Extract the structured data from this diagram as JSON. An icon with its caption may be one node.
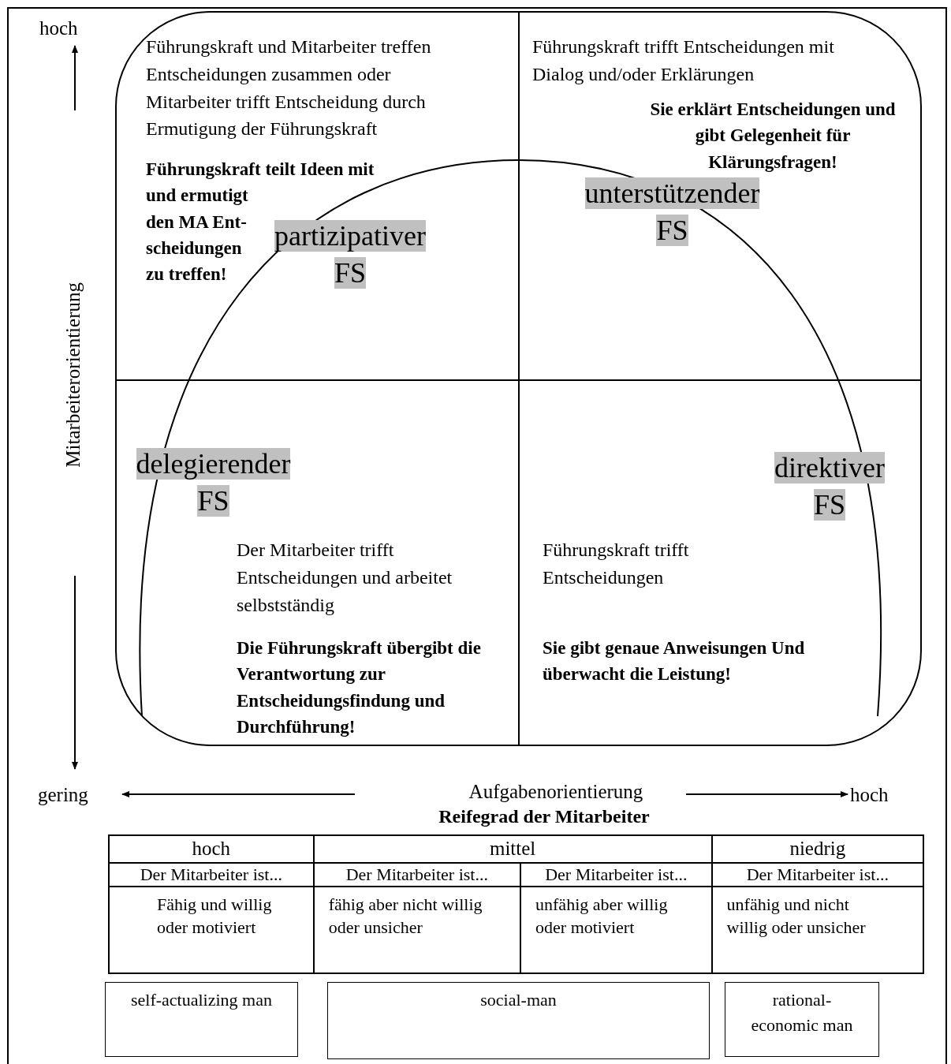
{
  "diagram": {
    "nodes": [
      {
        "text": [
          "self-actualizing man"
        ]
      },
      {
        "text": [
          "social-man"
        ]
      },
      {
        "text": [
          "rational-economic man"
        ]
      }
    ],
    "labels": [
      "hoch",
      "Führungskraft und Mitarbeiter treffen Entscheidungen zusammen oder Mitarbeiter trifft Entscheidung durch Ermutigung der Führungskraft",
      "Führungskraft teilt Ideen mit und ermutigt den MA Ent-scheidungen zu treffen!",
      "partizipativer FS",
      "Führungskraft trifft Entscheidungen mit Dialog und/oder Erklärungen",
      "Sie erklärt Entscheidungen und gibt Gelegenheit für Klärungsfragen!",
      "unterstützender FS",
      "Mitarbeiterorientierung",
      "delegierender FS",
      "direktiver FS",
      "Der Mitarbeiter trifft Entscheidungen und arbeitet selbstständig",
      "Die Führungskraft übergibt die Verantwortung zur Entscheidungsfindung und Durchführung!",
      "Führungskraft trifft Entscheidungen",
      "Sie gibt genaue Anweisungen Und überwacht die Leistung!",
      "gering",
      "Aufgabenorientierung",
      "hoch",
      "Reifegrad der Mitarbeiter",
      "hoch",
      "mittel",
      "niedrig",
      "Der Mitarbeiter ist...",
      "Der Mitarbeiter ist...",
      "Der Mitarbeiter ist...",
      "Der Mitarbeiter ist...",
      "Fähig und willig oder motiviert",
      "fähig aber nicht willig oder unsicher",
      "unfähig aber willig oder motiviert",
      "unfähig und nicht willig oder unsicher"
    ]
  }
}
